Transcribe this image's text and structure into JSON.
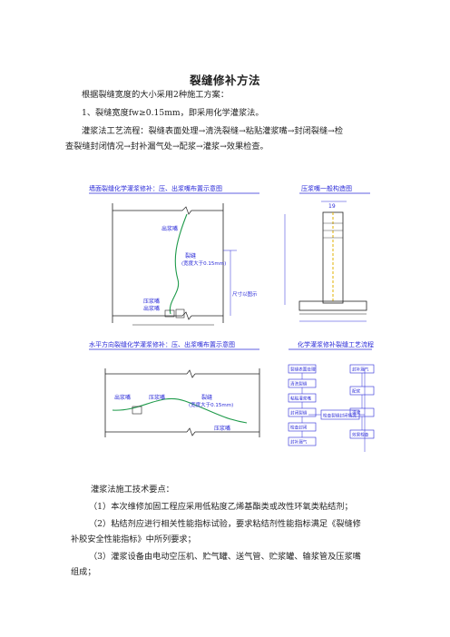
{
  "doc": {
    "title": "裂缝修补方法",
    "intro": "根据裂缝宽度的大小采用2种施工方案：",
    "item1": "1、裂缝宽度fw≥0.15mm，即采用化学灌浆法。",
    "process_line1": "灌浆法工艺流程：裂缝表面处理→清洗裂缝→粘贴灌浆嘴→封闭裂缝→检",
    "process_line2": "查裂缝封闭情况→封补漏气处→配浆→灌浆→效果检查。",
    "tech_heading": "灌浆法施工技术要点：",
    "point1": "（1）本次维修加固工程应采用低粘度乙烯基酯类或改性环氧类粘结剂；",
    "point2_line1": "（2）粘结剂应进行相关性能指标试验，要求粘结剂性能指标满足《裂缝修",
    "point2_line2": "补胶安全性能指标》中所列要求；",
    "point3_line1": "（3）灌浆设备由电动空压机、贮气罐、送气管、贮浆罐、输浆管及压浆嘴",
    "point3_line2": "组成；"
  },
  "figure": {
    "panel1_title": "墙面裂缝化学灌浆修补：压、出浆嘴布置示意图",
    "panel2_title": "压浆嘴一般构造图",
    "panel3_title": "水平方向裂缝化学灌浆修补：压、出浆嘴布置示意图",
    "panel4_title": "化学灌浆修补裂缝工艺流程",
    "p1_outlet": "出浆嘴",
    "p1_crack": "裂缝",
    "p1_width": "(宽度大于0.15mm)",
    "p1_inlet": "压浆嘴",
    "p1_outlet2": "出浆嘴",
    "p1_spacing": "尺寸以图示",
    "p2_dim": "19",
    "p3_outlet": "出浆嘴",
    "p3_inlet": "压浆嘴",
    "p3_crack": "裂缝",
    "p3_width": "(宽度大于0.15mm)",
    "p3_inlet2": "压浆嘴",
    "flow_left": [
      "裂缝表面处理",
      "清洗裂缝",
      "粘贴灌浆嘴",
      "封闭裂缝",
      "检查封闭",
      "封补漏气"
    ],
    "flow_mid": "检查裂缝封闭情况",
    "flow_right": [
      "封补漏气",
      "配浆",
      "灌浆",
      "效果检查"
    ]
  },
  "colors": {
    "accent": "#2a2ad8",
    "line": "#222222",
    "crack": "#1e9a4a"
  }
}
